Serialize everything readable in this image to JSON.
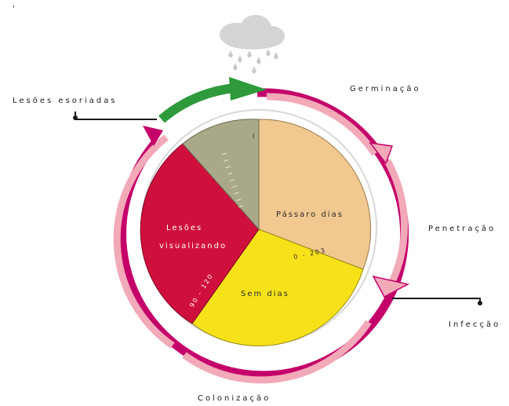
{
  "corner_mark": "'",
  "cloud": {
    "icon": "rain-cloud-icon"
  },
  "stages": {
    "left_top": "Lesões esoriadas",
    "right_top": "Germinação",
    "right_mid": "Penetração",
    "right_low": "Infecção",
    "bottom": "Colonização"
  },
  "sectors": {
    "olive": {
      "label": "",
      "marks": "l l l l l l l l l",
      "tick": "l"
    },
    "tan": {
      "label": "Pássaro dias",
      "value": "0 - 203"
    },
    "yellow": {
      "label": "Sem dias"
    },
    "red": {
      "label_line1": "Lesões",
      "label_line2": "visualizando",
      "value": "90 - 120"
    }
  },
  "colors": {
    "olive": "#a9a98a",
    "tan": "#f0c890",
    "yellow": "#f7e21a",
    "red": "#d0103c",
    "ring_outer": "#c4006a",
    "ring_inner": "#f2a9b8",
    "green_arrow": "#2e9a3c",
    "cloud": "#d4d4d4"
  }
}
